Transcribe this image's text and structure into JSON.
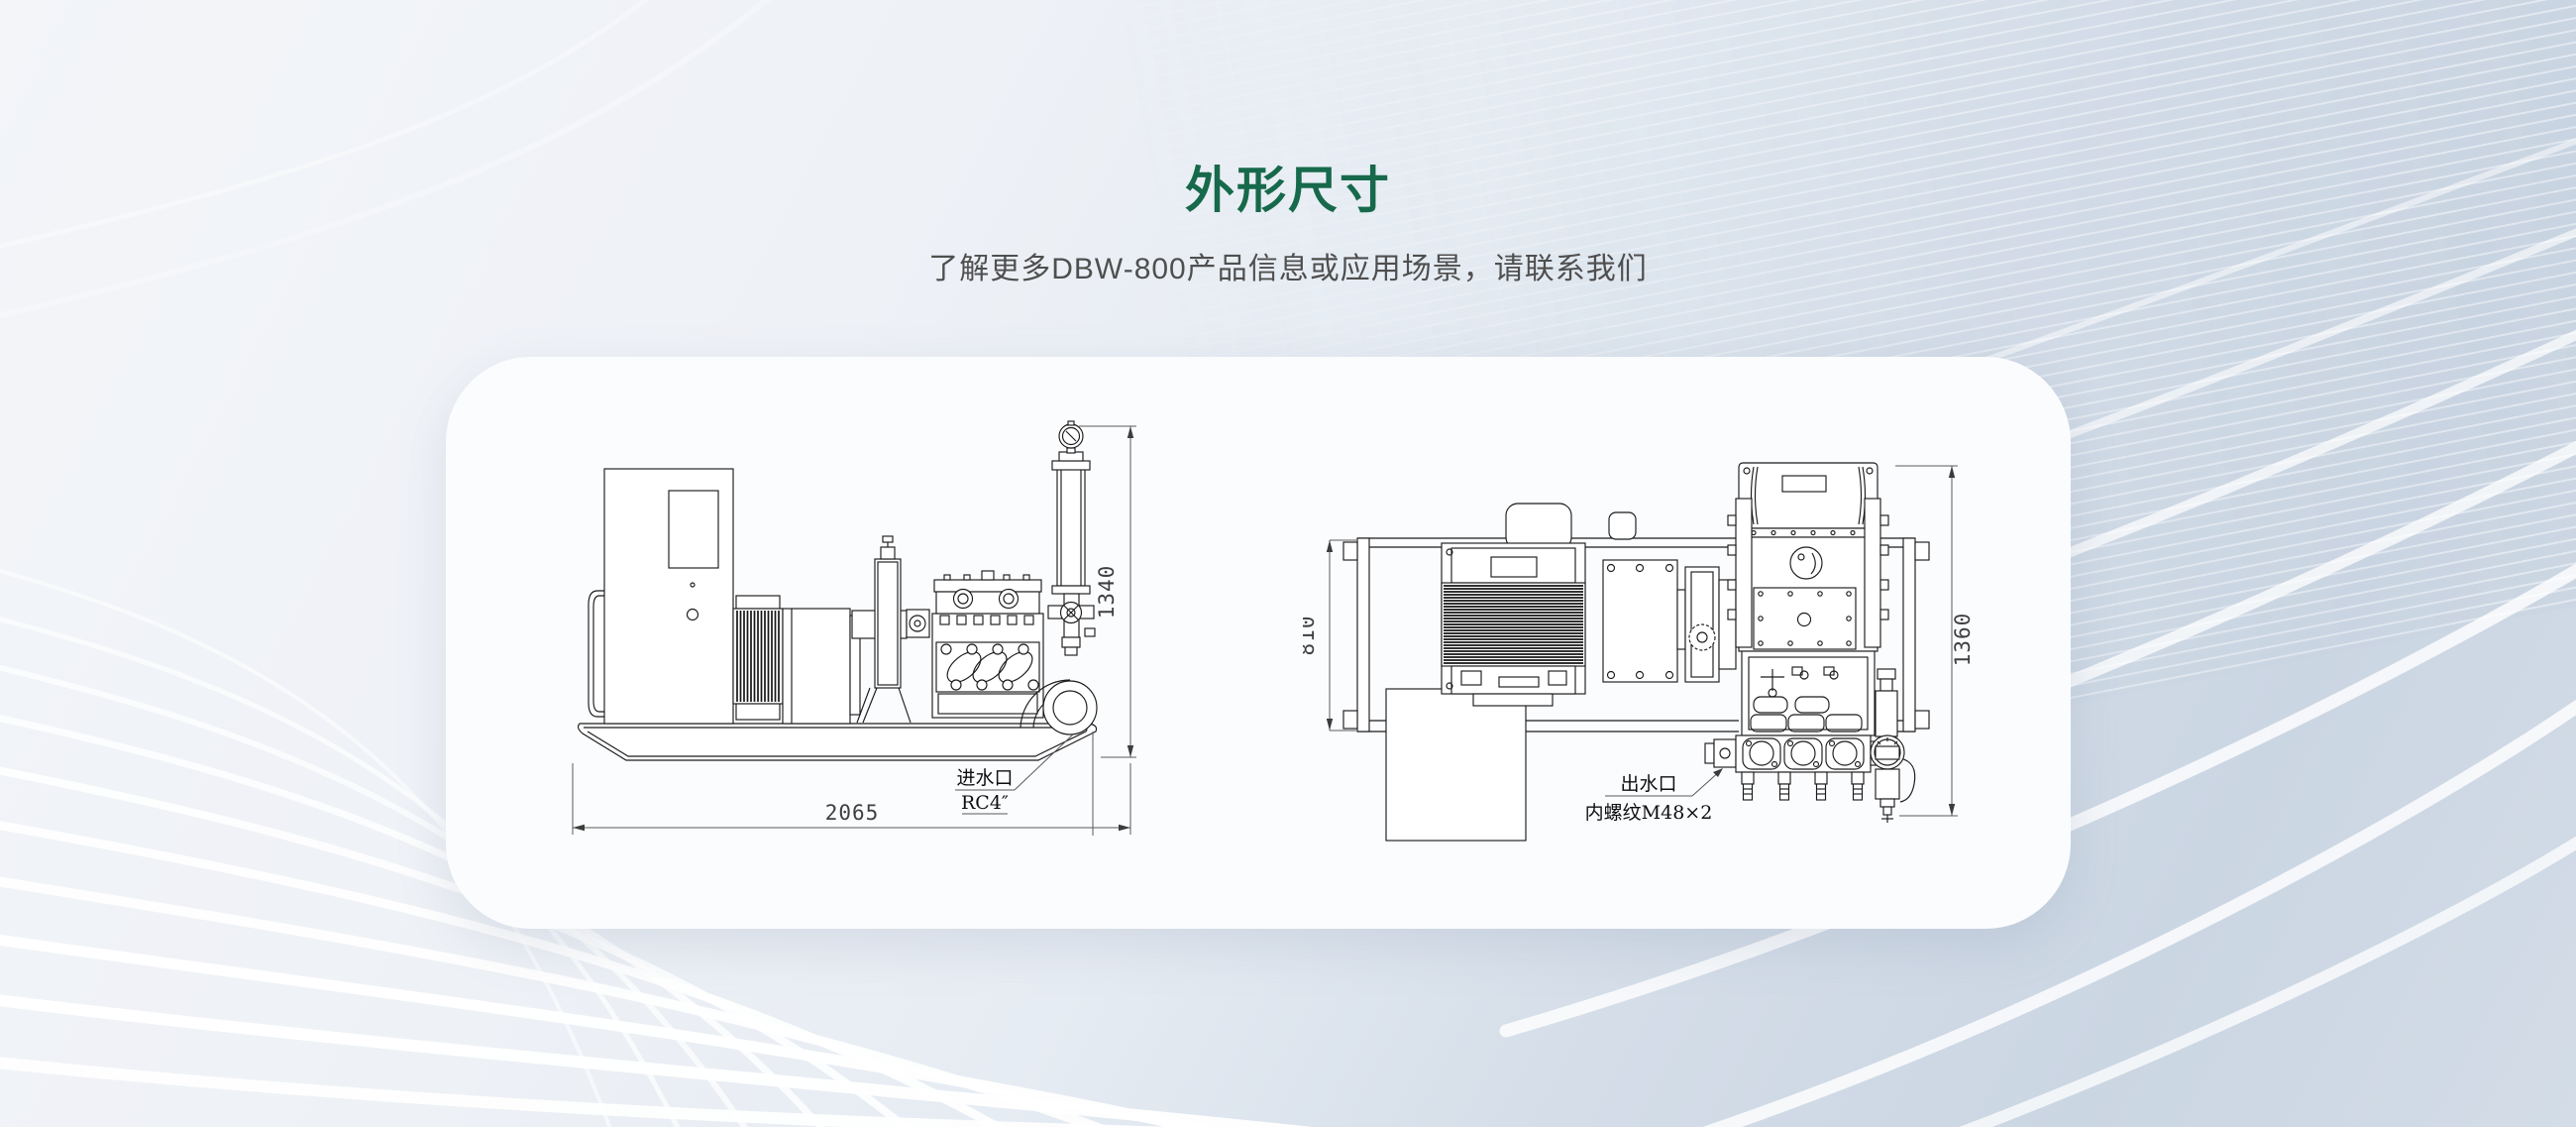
{
  "header": {
    "title": "外形尺寸",
    "subtitle": "了解更多DBW-800产品信息或应用场景，请联系我们"
  },
  "side_view": {
    "dim_height": "1340",
    "dim_length": "2065",
    "inlet": {
      "line1": "进水口",
      "line2": "RC4″"
    }
  },
  "top_view": {
    "dim_width": "810",
    "dim_height": "1360",
    "outlet": {
      "line1": "出水口",
      "line2": "内螺纹M48×2"
    }
  },
  "colors": {
    "title_green": "#17694B",
    "background_top": "#f3f5f9",
    "background_bottom": "#cbd6e3",
    "card": "#fbfcfe",
    "drawing_line": "#1b1b1b"
  }
}
